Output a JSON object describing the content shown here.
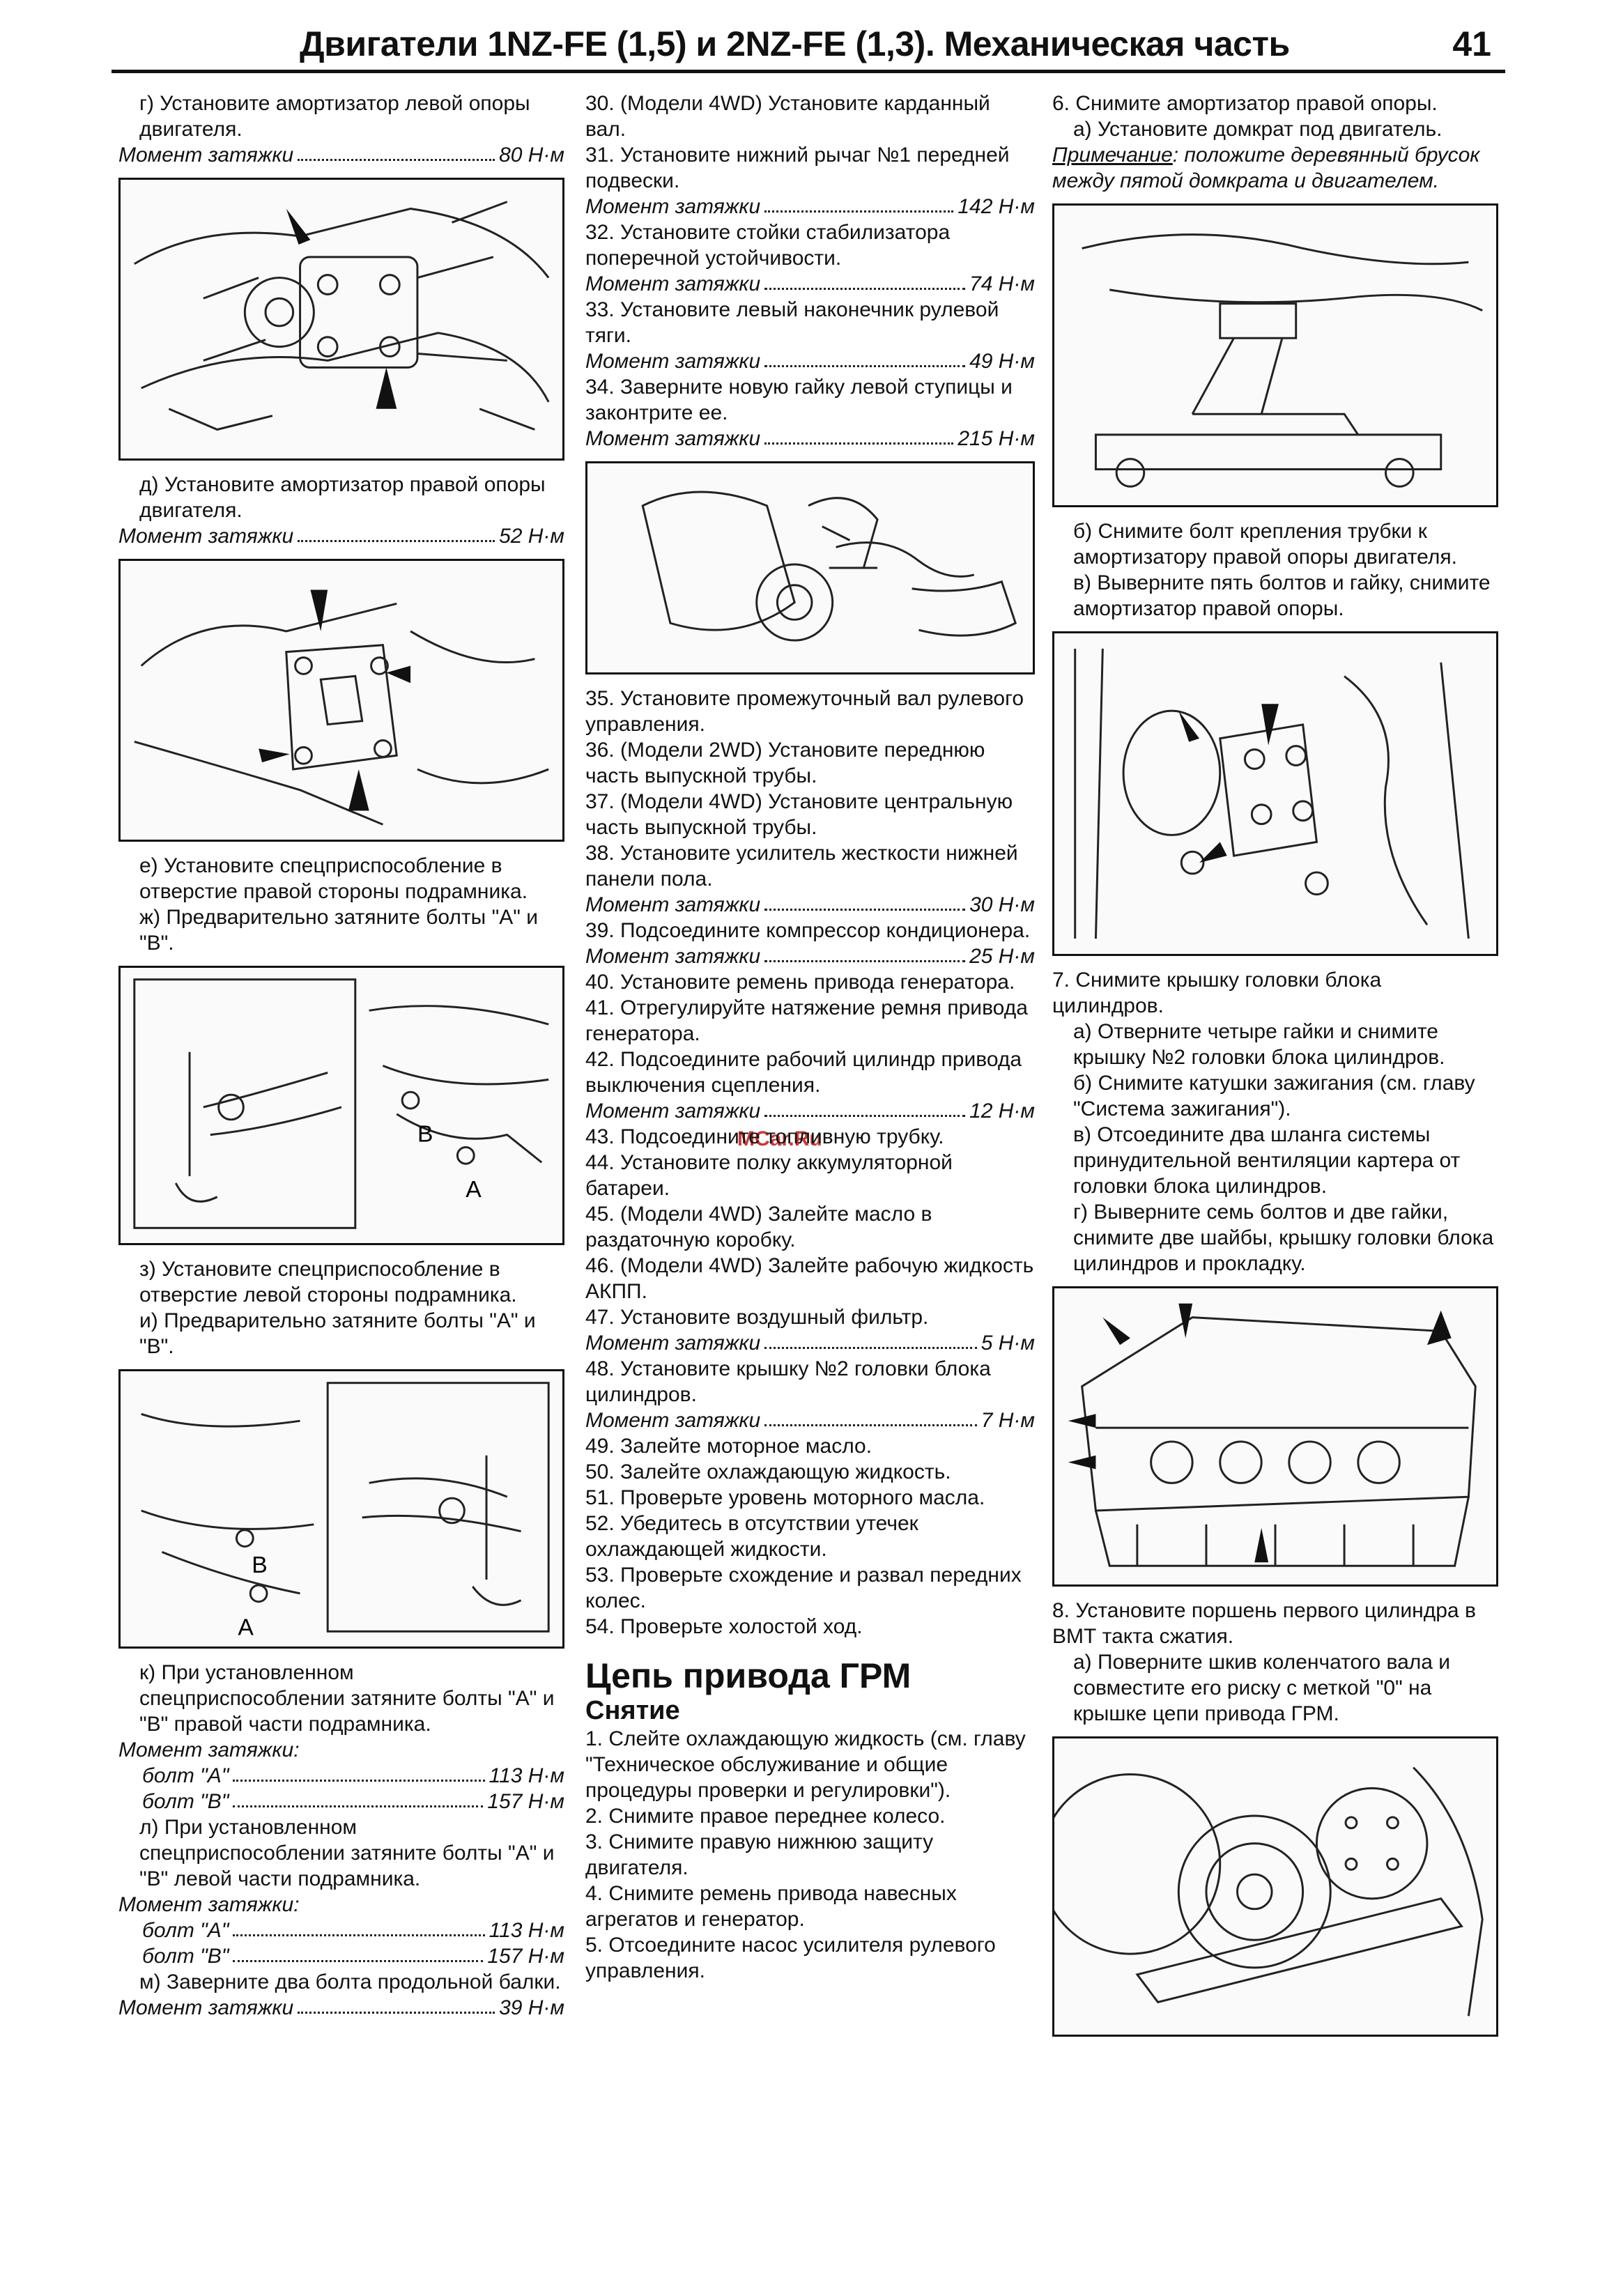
{
  "header": {
    "title": "Двигатели 1NZ-FE (1,5) и 2NZ-FE (1,3). Механическая часть",
    "page_number": "41"
  },
  "watermark": "MCar.Ru",
  "col1": {
    "p1": "г) Установите амортизатор левой опоры двигателя.",
    "t1_label": "Момент затяжки",
    "t1_value": "80 Н·м",
    "p2": "д) Установите амортизатор правой опоры двигателя.",
    "t2_label": "Момент затяжки",
    "t2_value": "52 Н·м",
    "p3": "е) Установите спецприспособление в отверстие правой стороны подрамника.",
    "p4": "ж) Предварительно затяните болты \"А\" и \"В\".",
    "fig3_labels": {
      "b": "B",
      "a": "A"
    },
    "p5": "з) Установите спецприспособление в отверстие левой стороны подрамника.",
    "p6": "и) Предварительно затяните болты \"А\" и \"В\".",
    "fig4_labels": {
      "b": "B",
      "a": "A"
    },
    "p7": "к) При установленном спецприспособлении затяните болты \"А\" и \"В\" правой части подрамника.",
    "t3_head": "Момент затяжки:",
    "t3a_label": "болт \"А\"",
    "t3a_value": "113 Н·м",
    "t3b_label": "болт \"В\"",
    "t3b_value": "157 Н·м",
    "p8": "л) При установленном спецприспособлении затяните болты \"А\" и \"В\" левой части подрамника.",
    "t4_head": "Момент затяжки:",
    "t4a_label": "болт \"А\"",
    "t4a_value": "113 Н·м",
    "t4b_label": "болт \"В\"",
    "t4b_value": "157 Н·м",
    "p9": "м) Заверните два болта продольной балки.",
    "t5_label": "Момент затяжки",
    "t5_value": "39 Н·м"
  },
  "col2": {
    "s30": "30. (Модели 4WD) Установите карданный вал.",
    "s31": "31. Установите нижний рычаг №1 передней подвески.",
    "t31_label": "Момент затяжки",
    "t31_value": "142 Н·м",
    "s32": "32. Установите стойки стабилизатора поперечной устойчивости.",
    "t32_label": "Момент затяжки",
    "t32_value": "74 Н·м",
    "s33": "33. Установите левый наконечник рулевой тяги.",
    "t33_label": "Момент затяжки",
    "t33_value": "49 Н·м",
    "s34": "34. Заверните новую гайку левой ступицы и законтрите ее.",
    "t34_label": "Момент затяжки",
    "t34_value": "215 Н·м",
    "s35": "35. Установите промежуточный вал рулевого управления.",
    "s36": "36. (Модели 2WD) Установите переднюю часть выпускной трубы.",
    "s37": "37. (Модели 4WD) Установите центральную часть выпускной трубы.",
    "s38": "38. Установите усилитель жесткости нижней панели пола.",
    "t38_label": "Момент затяжки",
    "t38_value": "30 Н·м",
    "s39": "39. Подсоедините компрессор кондиционера.",
    "t39_label": "Момент затяжки",
    "t39_value": "25 Н·м",
    "s40": "40. Установите ремень привода генератора.",
    "s41": "41. Отрегулируйте натяжение ремня привода генератора.",
    "s42": "42. Подсоедините рабочий цилиндр привода выключения сцепления.",
    "t42_label": "Момент затяжки",
    "t42_value": "12 Н·м",
    "s43": "43. Подсоедините топливную трубку.",
    "s44": "44. Установите полку аккумуляторной батареи.",
    "s45": "45. (Модели 4WD) Залейте масло в раздаточную коробку.",
    "s46": "46. (Модели 4WD) Залейте рабочую жидкость АКПП.",
    "s47": "47. Установите воздушный фильтр.",
    "t47_label": "Момент затяжки",
    "t47_value": "5 Н·м",
    "s48": "48. Установите крышку №2 головки блока цилиндров.",
    "t48_label": "Момент затяжки",
    "t48_value": "7 Н·м",
    "s49": "49. Залейте моторное масло.",
    "s50": "50. Залейте охлаждающую жидкость.",
    "s51": "51. Проверьте уровень моторного масла.",
    "s52": "52. Убедитесь в отсутствии утечек охлаждающей жидкости.",
    "s53": "53. Проверьте схождение и развал передних колес.",
    "s54": "54. Проверьте холостой ход.",
    "section_title": "Цепь привода ГРМ",
    "subsection_title": "Снятие",
    "r1": "1. Слейте охлаждающую жидкость (см. главу \"Техническое обслуживание и общие процедуры проверки и регулировки\").",
    "r2": "2. Снимите правое переднее колесо.",
    "r3": "3. Снимите правую нижнюю защиту двигателя.",
    "r4": "4. Снимите ремень привода навесных агрегатов и генератор.",
    "r5": "5. Отсоедините насос усилителя рулевого управления."
  },
  "col3": {
    "s6": "6. Снимите амортизатор правой опоры.",
    "s6a": "а) Установите домкрат под двигатель.",
    "note_label": "Примечание",
    "note_text": ": положите деревянный брусок между пятой домкрата и двигателем.",
    "s6b": "б) Снимите болт крепления трубки к амортизатору правой опоры двигателя.",
    "s6c": "в) Выверните пять болтов и гайку, снимите амортизатор правой опоры.",
    "s7": "7. Снимите крышку головки блока цилиндров.",
    "s7a": "а) Отверните четыре гайки и снимите крышку №2 головки блока цилиндров.",
    "s7b": "б) Снимите катушки зажигания (см. главу \"Система зажигания\").",
    "s7c": "в) Отсоедините два шланга системы принудительной вентиляции картера от головки блока цилиндров.",
    "s7d": "г) Выверните семь болтов и две гайки, снимите две шайбы, крышку головки блока цилиндров и прокладку.",
    "s8": "8. Установите поршень первого цилиндра в ВМТ такта сжатия.",
    "s8a": "а) Поверните шкив коленчатого вала и совместите его риску с меткой \"0\" на крышке цепи привода ГРМ."
  }
}
